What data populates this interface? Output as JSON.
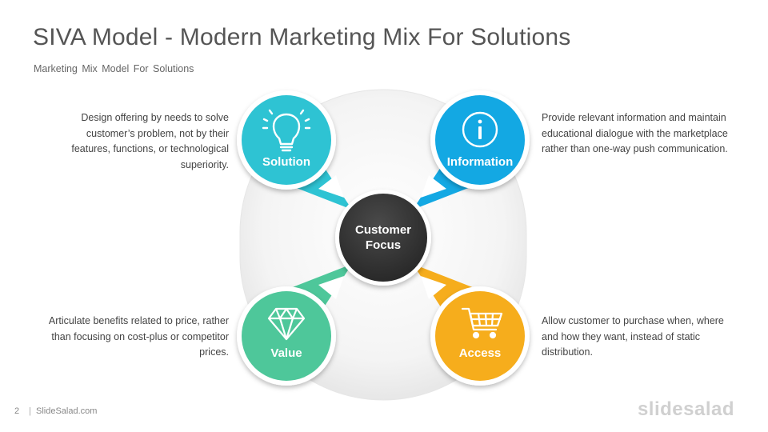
{
  "slide": {
    "title": "SIVA Model - Modern Marketing Mix For Solutions",
    "subtitle": "Marketing Mix Model For Solutions",
    "page_number": "2",
    "footer_text": "SlideSalad.com",
    "separator": "|",
    "brand": "slidesalad"
  },
  "center": {
    "line1": "Customer",
    "line2": "Focus"
  },
  "nodes": {
    "solution": {
      "label": "Solution",
      "color": "#2ec3d3",
      "icon": "lightbulb-icon"
    },
    "information": {
      "label": "Information",
      "color": "#13a8e3",
      "icon": "info-icon"
    },
    "value": {
      "label": "Value",
      "color": "#4ec79a",
      "icon": "diamond-icon"
    },
    "access": {
      "label": "Access",
      "color": "#f6ad1c",
      "icon": "cart-icon"
    }
  },
  "descriptions": {
    "solution": "Design offering  by needs to solve customer’s problem,  not by their features, functions, or technological superiority.",
    "information": "Provide relevant information  and maintain educational dialogue  with the marketplace rather than one-way push communication.",
    "value": "Articulate benefits related to price, rather than focusing on cost-plus or competitor prices.",
    "access": "Allow customer to purchase  when, where and how they want, instead of static distribution."
  }
}
